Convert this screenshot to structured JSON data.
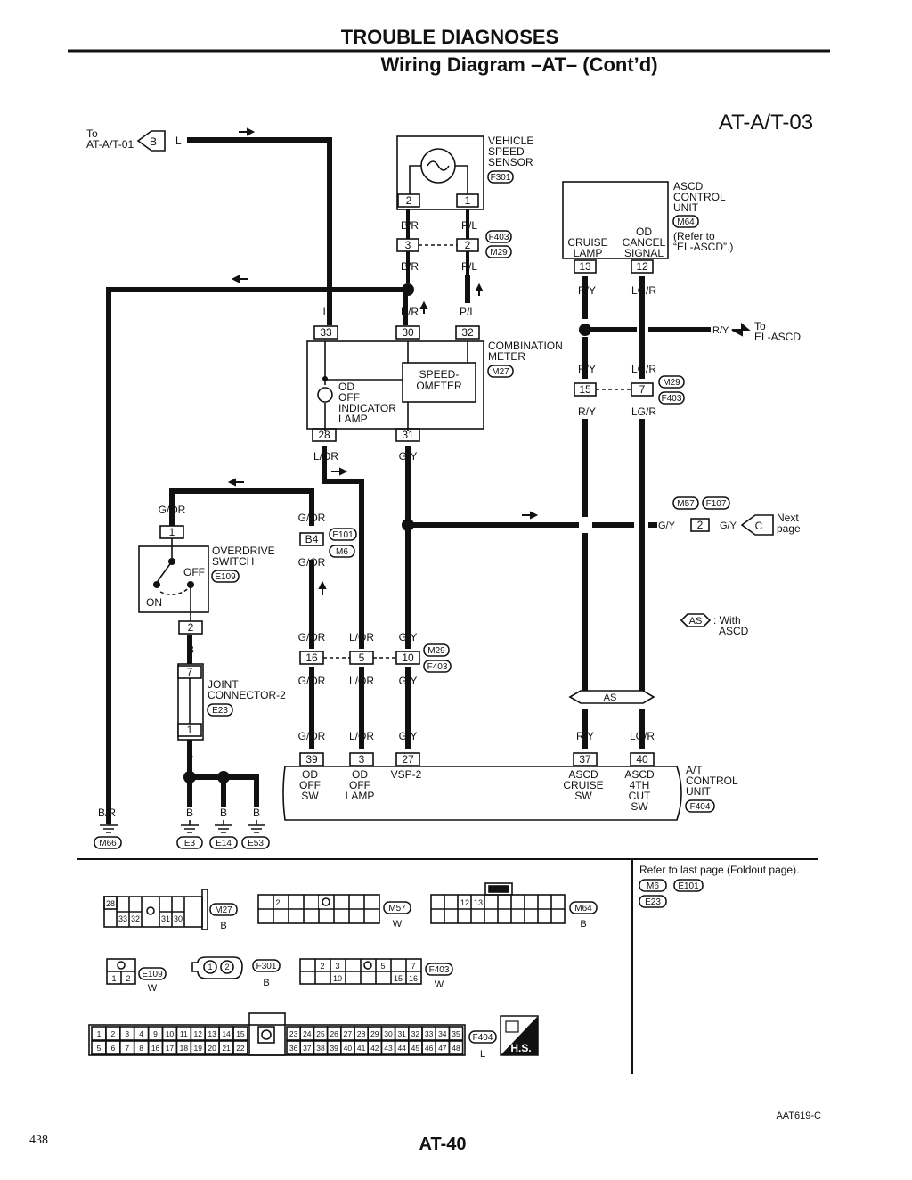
{
  "header": {
    "section": "TROUBLE DIAGNOSES",
    "title": "Wiring Diagram –AT– (Cont’d)",
    "diagram_id": "AT-A/T-03"
  },
  "footer": {
    "book_page": "438",
    "page": "AT-40",
    "figure_code": "AAT619-C"
  },
  "components": {
    "vss": [
      "VEHICLE",
      "SPEED",
      "SENSOR"
    ],
    "vss_conn": "F301",
    "ascd": [
      "ASCD",
      "CONTROL",
      "UNIT"
    ],
    "ascd_conn": "M64",
    "ascd_ref": [
      "(Refer to",
      "“EL-ASCD”.)"
    ],
    "cruise_lamp": [
      "CRUISE",
      "LAMP"
    ],
    "od_cancel": [
      "OD",
      "CANCEL",
      "SIGNAL"
    ],
    "meter": [
      "COMBINATION",
      "METER"
    ],
    "meter_conn": "M27",
    "speedometer": [
      "SPEED-",
      "OMETER"
    ],
    "od_lamp": [
      "OD",
      "OFF",
      "INDICATOR",
      "LAMP"
    ],
    "od_switch": [
      "OVERDRIVE",
      "SWITCH"
    ],
    "od_switch_conn": "E109",
    "off": "OFF",
    "on": "ON",
    "joint": [
      "JOINT",
      "CONNECTOR-2"
    ],
    "joint_conn": "E23",
    "tcu": [
      "A/T",
      "CONTROL",
      "UNIT"
    ],
    "tcu_conn": "F404",
    "tcu_od_off_sw": [
      "OD",
      "OFF",
      "SW"
    ],
    "tcu_od_off_lamp": [
      "OD",
      "OFF",
      "LAMP"
    ],
    "tcu_vsp2": [
      "VSP-2"
    ],
    "tcu_ascd_cruise": [
      "ASCD",
      "CRUISE",
      "SW"
    ],
    "tcu_ascd_4th": [
      "ASCD",
      "4TH",
      "CUT",
      "SW"
    ]
  },
  "labels": {
    "to_left": [
      "To",
      "AT-A/T-01"
    ],
    "to_left_tag": "B",
    "to_right": [
      "To",
      "EL-ASCD"
    ],
    "next": [
      "Next",
      "page"
    ],
    "next_tag": "C",
    "with_ascd_tag": "AS",
    "with_ascd": [
      ": With",
      "ASCD"
    ],
    "as_bar": "AS",
    "refer": "Refer to last page (Foldout page).",
    "wires": {
      "L": "L",
      "BR": "B/R",
      "PL": "P/L",
      "RY": "R/Y",
      "LGR": "LG/R",
      "LOR": "L/OR",
      "GY": "G/Y",
      "GOR": "G/OR",
      "B": "B"
    },
    "pins": {
      "p1": "1",
      "p2": "2",
      "p3": "3",
      "p4": "4",
      "p5": "5",
      "p7": "7",
      "p10": "10",
      "p12": "12",
      "p13": "13",
      "p15": "15",
      "p16": "16",
      "p27": "27",
      "p28": "28",
      "p30": "30",
      "p31": "31",
      "p32": "32",
      "p33": "33",
      "p37": "37",
      "p39": "39",
      "p40": "40",
      "B4": "B4"
    },
    "conns": {
      "F403": "F403",
      "M29": "M29",
      "M57": "M57",
      "F107": "F107",
      "E101": "E101",
      "M6": "M6",
      "M66": "M66",
      "E3": "E3",
      "E14": "E14",
      "E53": "E53",
      "M27": "M27",
      "M64": "M64",
      "E109": "E109",
      "F301": "F301",
      "F404": "F404",
      "E23": "E23"
    }
  },
  "connector_views": {
    "m27_top": [
      "28"
    ],
    "m27_bot": [
      "33",
      "32",
      "31",
      "30"
    ],
    "m27_color": "B",
    "m57_cells": [
      "2"
    ],
    "m57_color": "W",
    "m64_cells": [
      "12",
      "13"
    ],
    "m64_color": "B",
    "e109_cells": [
      "1",
      "2"
    ],
    "e109_color": "W",
    "f301_cells": [
      "1",
      "2"
    ],
    "f301_color": "B",
    "f403_top": [
      "2",
      "3",
      "5",
      "7"
    ],
    "f403_bot": [
      "10",
      "15",
      "16"
    ],
    "f403_color": "W",
    "f404_row1a": [
      "1",
      "2",
      "3",
      "4",
      "9",
      "10",
      "11",
      "12",
      "13",
      "14",
      "15"
    ],
    "f404_row2a": [
      "5",
      "6",
      "7",
      "8",
      "16",
      "17",
      "18",
      "19",
      "20",
      "21",
      "22"
    ],
    "f404_row1b": [
      "23",
      "24",
      "25",
      "26",
      "27",
      "28",
      "29",
      "30",
      "31",
      "32",
      "33",
      "34",
      "35"
    ],
    "f404_row2b": [
      "36",
      "37",
      "38",
      "39",
      "40",
      "41",
      "42",
      "43",
      "44",
      "45",
      "46",
      "47",
      "48"
    ],
    "f404_color": "L",
    "hs": "H.S."
  }
}
